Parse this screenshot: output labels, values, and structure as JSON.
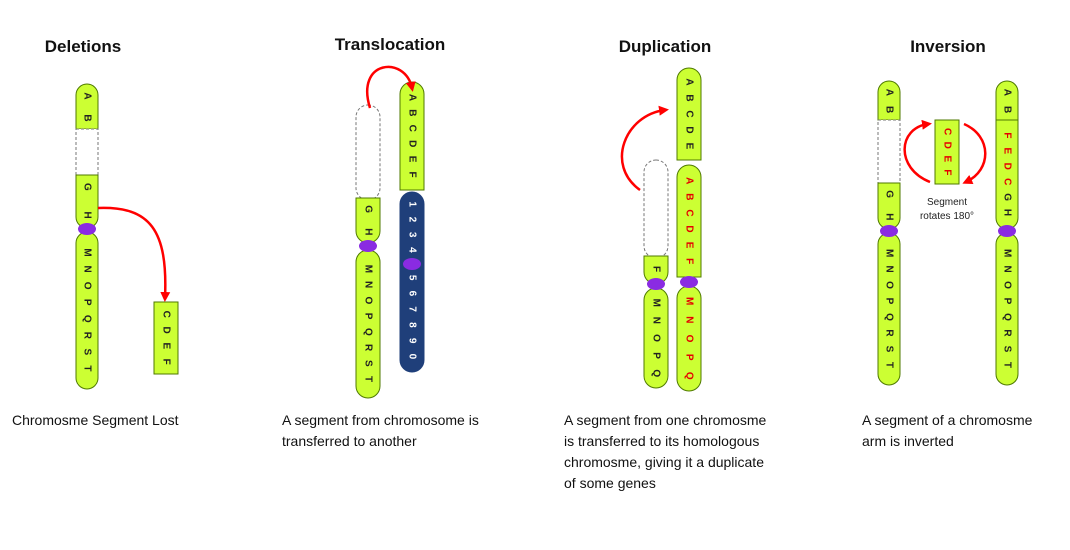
{
  "panels": [
    {
      "title": "Deletions",
      "caption": [
        "Chromosme Segment Lost"
      ]
    },
    {
      "title": "Translocation",
      "caption": [
        "A segment from chromosome is",
        "transferred to another"
      ]
    },
    {
      "title": "Duplication",
      "caption": [
        "A segment from one chromosme",
        "is transferred to its homologous",
        "chromosme, giving it a duplicate",
        "of some  genes"
      ]
    },
    {
      "title": "Inversion",
      "caption": [
        "A segment of a chromosme",
        "arm is inverted"
      ]
    }
  ],
  "inversion_note": [
    "Segment",
    "rotates 180°"
  ],
  "genes": {
    "del_top": [
      "A",
      "B"
    ],
    "del_gh": [
      "G",
      "H"
    ],
    "del_lower": [
      "M",
      "N",
      "O",
      "P",
      "Q",
      "R",
      "S",
      "T"
    ],
    "del_lost": [
      "C",
      "D",
      "E",
      "F"
    ],
    "tr_left_gh": [
      "G",
      "H"
    ],
    "tr_left_lower": [
      "M",
      "N",
      "O",
      "P",
      "Q",
      "R",
      "S",
      "T"
    ],
    "tr_right_top": [
      "A",
      "B",
      "C",
      "D",
      "E",
      "F"
    ],
    "tr_blue_top": [
      "1",
      "2",
      "3",
      "4"
    ],
    "tr_blue_lower": [
      "5",
      "6",
      "7",
      "8",
      "9",
      "0"
    ],
    "dup_left_f": [
      "F"
    ],
    "dup_left_lower": [
      "M",
      "N",
      "O",
      "P",
      "Q"
    ],
    "dup_right_top": [
      "A",
      "B",
      "C",
      "D",
      "E"
    ],
    "dup_right_mid": [
      "A",
      "B",
      "C",
      "D",
      "E",
      "F"
    ],
    "dup_right_lower": [
      "M",
      "N",
      "O",
      "P",
      "Q"
    ],
    "inv_left_top": [
      "A",
      "B"
    ],
    "inv_left_gh": [
      "G",
      "H"
    ],
    "inv_left_lower": [
      "M",
      "N",
      "O",
      "P",
      "Q",
      "R",
      "S",
      "T"
    ],
    "inv_seg": [
      "C",
      "D",
      "E",
      "F"
    ],
    "inv_right_top": [
      "A",
      "B"
    ],
    "inv_right_mid": [
      "F",
      "E",
      "D",
      "C",
      "G",
      "H"
    ],
    "inv_right_lower": [
      "M",
      "N",
      "O",
      "P",
      "Q",
      "R",
      "S",
      "T"
    ]
  },
  "colors": {
    "chromosome_fill": "#ccff33",
    "chromosome_border": "#4f7a00",
    "centromere": "#8a2be2",
    "arrow": "#ff0000",
    "gene_text": "#222222",
    "gene_highlight": "#e60000",
    "other_chromosome": "#1f3f7a",
    "other_gene_text": "#ffffff"
  }
}
